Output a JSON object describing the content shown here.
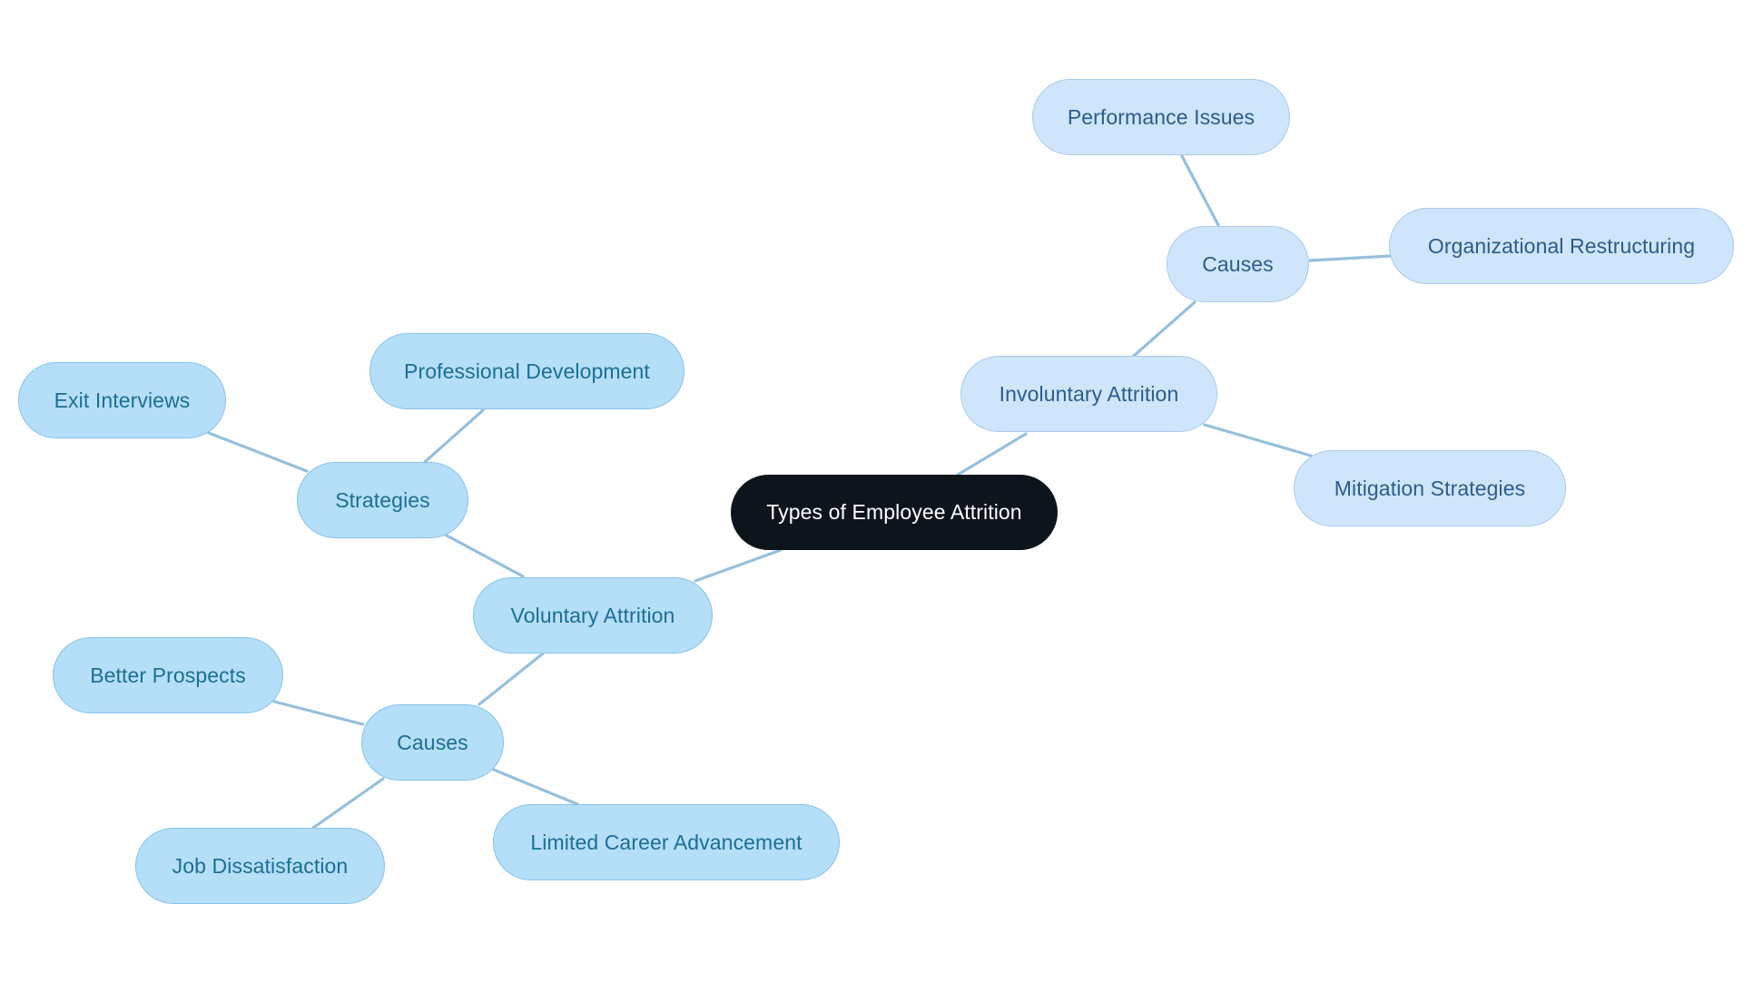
{
  "diagram": {
    "root": "Types of Employee Attrition",
    "voluntary": {
      "label": "Voluntary Attrition",
      "strategies": {
        "label": "Strategies",
        "children": [
          "Professional Development",
          "Exit Interviews"
        ]
      },
      "causes": {
        "label": "Causes",
        "children": [
          "Better Prospects",
          "Job Dissatisfaction",
          "Limited Career Advancement"
        ]
      }
    },
    "involuntary": {
      "label": "Involuntary Attrition",
      "causes": {
        "label": "Causes",
        "children": [
          "Performance Issues",
          "Organizational Restructuring"
        ]
      },
      "mitigation": "Mitigation Strategies"
    }
  },
  "colors": {
    "root_fill": "#0d141b",
    "root_text": "#ffffff",
    "voluntary_fill": "#b5def9",
    "voluntary_text": "#1b6f95",
    "involuntary_fill": "#cfe5fb",
    "involuntary_text": "#2b5d8d",
    "edge": "#95c0de"
  }
}
